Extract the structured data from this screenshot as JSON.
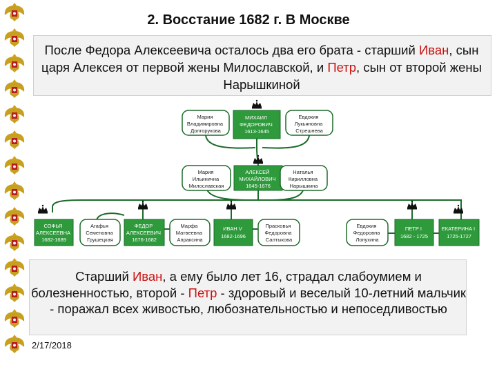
{
  "slide": {
    "title": "2. Восстание 1682 г. В Москве",
    "intro": {
      "part1": "После Федора Алексеевича осталось два его брата - старший ",
      "ivan": "Иван",
      "part2": ", сын царя Алексея от первой жены Милославской, и ",
      "petr": "Петр",
      "part3": ", сын от второй жены Нарышкиной"
    },
    "summary": {
      "part1": "Старший ",
      "ivan": "Иван",
      "part2": ", а ему было лет 16, страдал слабоумием и болезненностью, второй - ",
      "petr": "Петр",
      "part3": " - здоровый и веселый 10-летний мальчик - поражал всех живостью, любознательностью и непоседливостью"
    },
    "date": "2/17/2018"
  },
  "family_tree": {
    "gen1": {
      "mother1": [
        "Мария",
        "Владимировна",
        "Долгорукова"
      ],
      "ruler": [
        "МИХАИЛ",
        "ФЕДОРОВИЧ",
        "1613-1645"
      ],
      "mother2": [
        "Евдокия",
        "Лукьяновна",
        "Стрешнева"
      ]
    },
    "gen2": {
      "wife1": [
        "Мария",
        "Ильинична",
        "Милославская"
      ],
      "ruler": [
        "АЛЕКСЕЙ",
        "МИХАЙЛОВИЧ",
        "1645-1676"
      ],
      "wife2": [
        "Наталья",
        "Кирилловна",
        "Нарышкина"
      ]
    },
    "gen3": {
      "sofia": [
        "СОФЬЯ",
        "АЛЕКСЕЕВНА",
        "1682-1689"
      ],
      "agafia": [
        "Агафья",
        "Семеновна",
        "Грушецкая"
      ],
      "fedor": [
        "ФЕДОР",
        "АЛЕКСЕЕВИЧ",
        "1676-1682"
      ],
      "marfa": [
        "Марфа",
        "Матвеевна",
        "Апраксина"
      ],
      "ivan": [
        "ИВАН V",
        "1682-1696"
      ],
      "praskovia": [
        "Прасковья",
        "Федоровна",
        "Салтыкова"
      ],
      "evdokia": [
        "Евдокия",
        "Федоровна",
        "Лопухина"
      ],
      "petr": [
        "ПЕТР I",
        "1682 - 1725"
      ],
      "ekaterina": [
        "ЕКАТЕРИНА I",
        "1725-1727"
      ]
    }
  },
  "colors": {
    "ruler_fill": "#2e9a3c",
    "ruler_text": "#ffffff",
    "spouse_fill": "#ffffff",
    "line": "#1a6b28",
    "accent_red": "#cc1111"
  }
}
